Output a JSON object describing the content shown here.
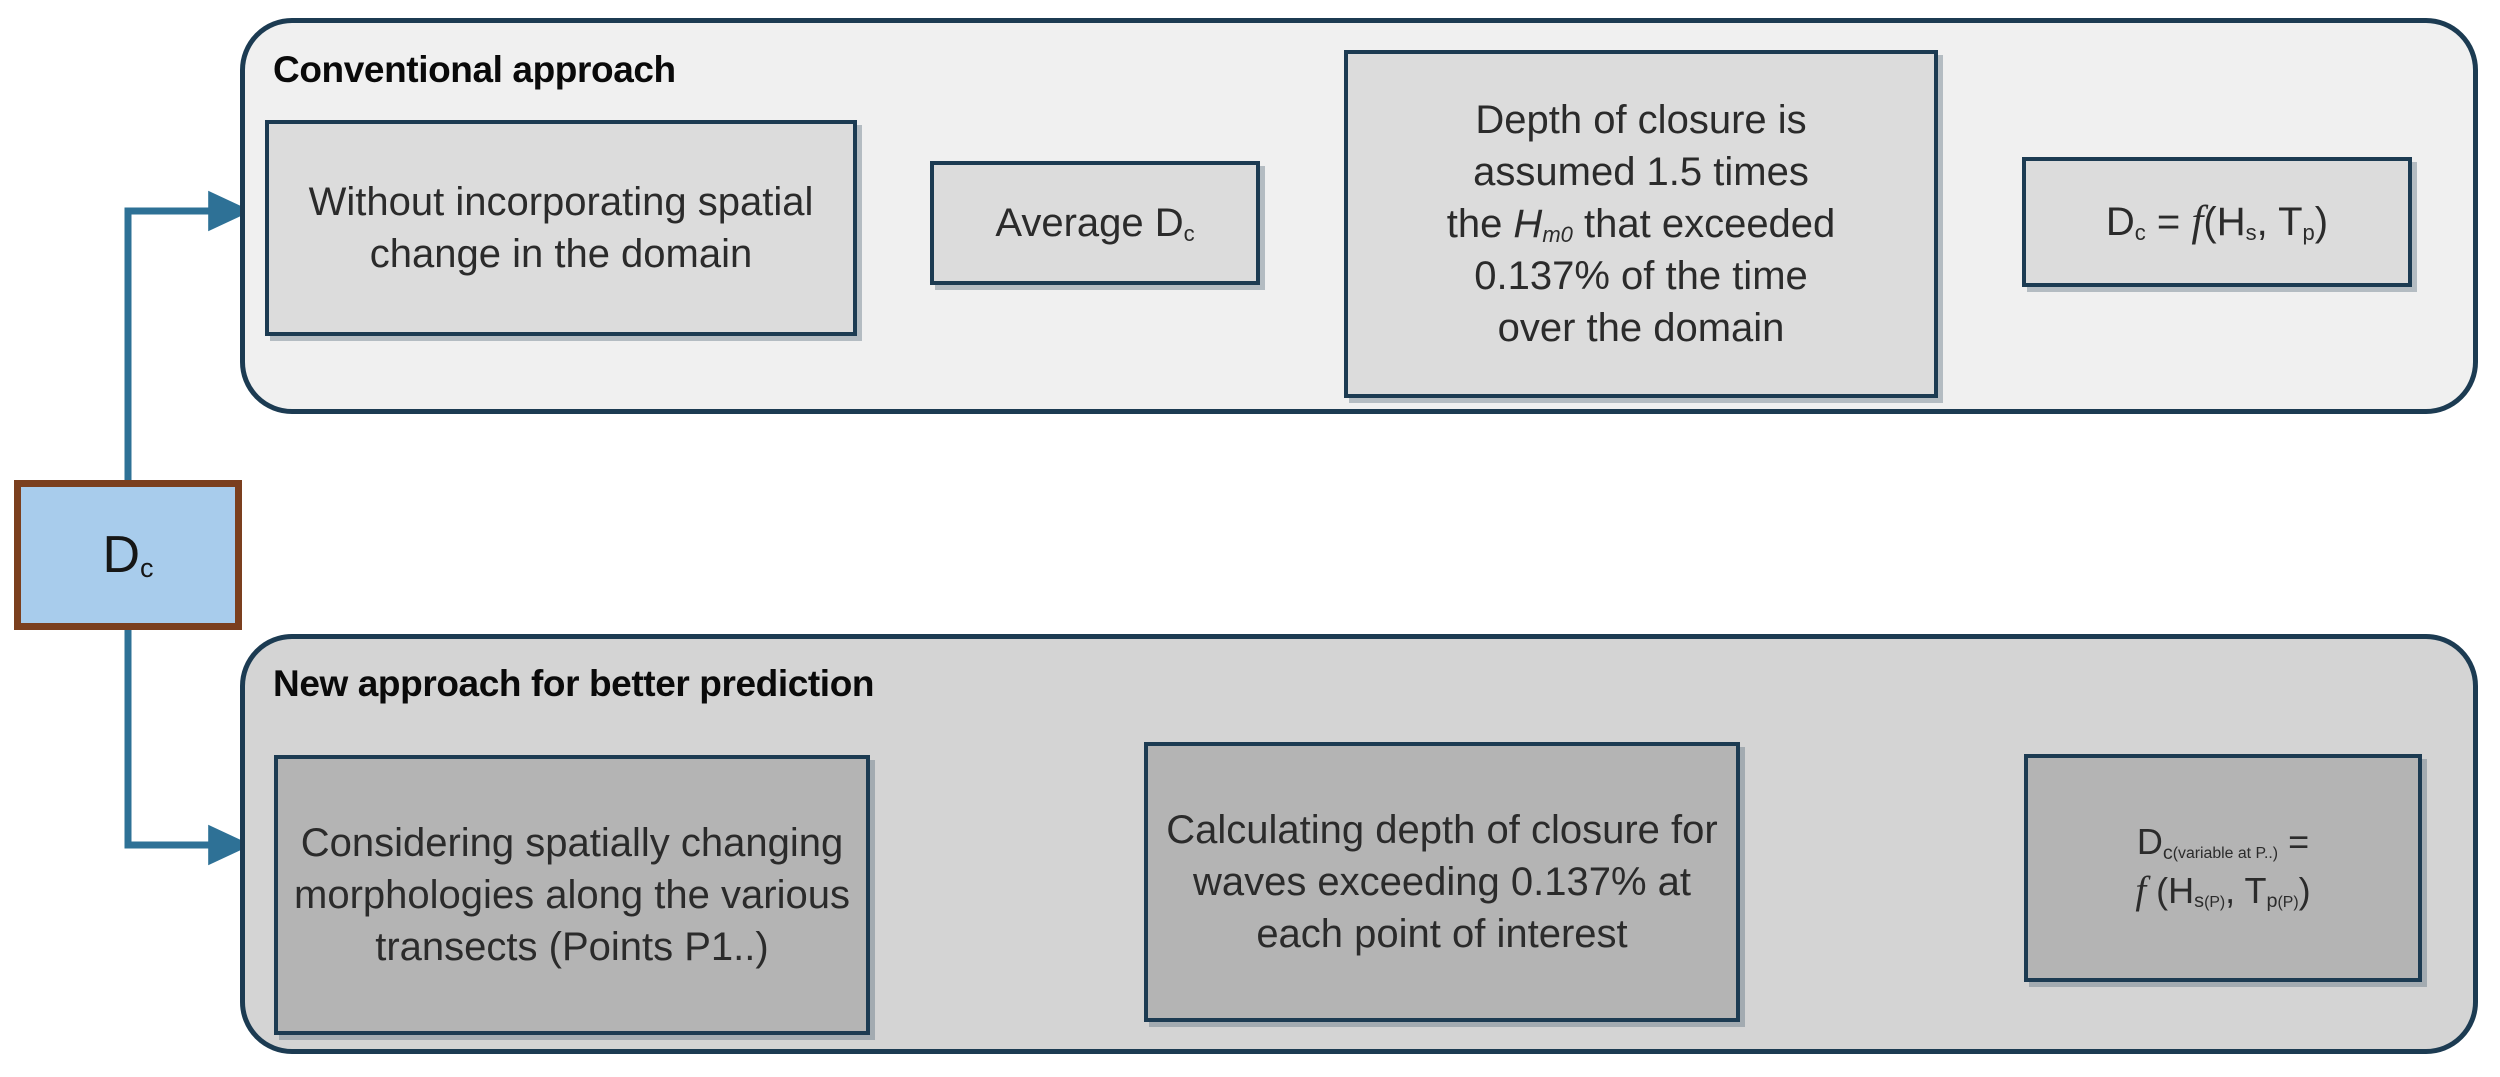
{
  "source_node": {
    "label": "Dc",
    "label_main": "D",
    "label_sub": "c",
    "fill_color": "#A8CCEC",
    "border_color": "#7B3F1E"
  },
  "groups": [
    {
      "id": "conventional",
      "title": "Conventional approach",
      "fill_color": "#F0F0F0",
      "border_color": "#1C3B52",
      "steps": [
        {
          "id": "without-incorporating",
          "text": "Without incorporating spatial change in the domain",
          "fill_color": "#DCDCDC"
        },
        {
          "id": "average-dc",
          "text_main": "Average D",
          "text_sub": "c",
          "fill_color": "#DCDCDC"
        },
        {
          "id": "depth-of-closure",
          "text_line1": "Depth of closure is",
          "text_line2": "assumed 1.5 times",
          "text_line3_a": "the ",
          "text_line3_var": "H",
          "text_line3_var_sub": "m0",
          "text_line3_b": " that exceeded",
          "text_line4": "0.137% of the time",
          "text_line5": "over the domain",
          "fill_color": "#DCDCDC"
        },
        {
          "id": "formula-conventional",
          "eq_main": "D",
          "eq_sub": "c",
          "eq_equals": " = ",
          "eq_f": "f",
          "eq_open": "(H",
          "eq_hs_sub": "s",
          "eq_comma": ", T",
          "eq_tp_sub": "p",
          "eq_close": ")",
          "fill_color": "#DCDCDC"
        }
      ]
    },
    {
      "id": "new-approach",
      "title": "New approach for better prediction",
      "fill_color": "#D4D4D4",
      "border_color": "#1C3B52",
      "steps": [
        {
          "id": "considering-spatially",
          "text": "Considering spatially changing morphologies along the various transects (Points P1..)",
          "fill_color": "#B4B4B4"
        },
        {
          "id": "calculating-depth",
          "text": "Calculating depth of closure for waves exceeding 0.137% at each point of interest",
          "fill_color": "#B4B4B4"
        },
        {
          "id": "formula-new",
          "eq_main": "D",
          "eq_sub": "c",
          "eq_note": "(variable at P..)",
          "eq_equals": " =",
          "eq_f": "f",
          "eq_open": " (H",
          "eq_hs_sub": "s",
          "eq_hs_point": "(P)",
          "eq_comma": ", T",
          "eq_tp_sub": "p",
          "eq_tp_point": "(P)",
          "eq_close": ")",
          "fill_color": "#B4B4B4"
        }
      ]
    }
  ],
  "connectors": {
    "branch_color": "#2E7196",
    "flow_color": "#2E2E2E",
    "items": [
      {
        "id": "dc-to-conventional",
        "from": "source-node",
        "to": "conventional-group",
        "color": "#2E7196"
      },
      {
        "id": "dc-to-new-approach",
        "from": "source-node",
        "to": "new-approach-group",
        "color": "#2E7196"
      },
      {
        "id": "without-to-average",
        "from": "without-incorporating",
        "to": "average-dc",
        "color": "#2E2E2E"
      },
      {
        "id": "average-to-depth",
        "from": "average-dc",
        "to": "depth-of-closure",
        "color": "#2E2E2E"
      },
      {
        "id": "depth-to-formula",
        "from": "depth-of-closure",
        "to": "formula-conventional",
        "color": "#2E2E2E"
      },
      {
        "id": "considering-to-calculating",
        "from": "considering-spatially",
        "to": "calculating-depth",
        "color": "#2E2E2E"
      },
      {
        "id": "calculating-to-formula",
        "from": "calculating-depth",
        "to": "formula-new",
        "color": "#2E2E2E"
      }
    ]
  }
}
